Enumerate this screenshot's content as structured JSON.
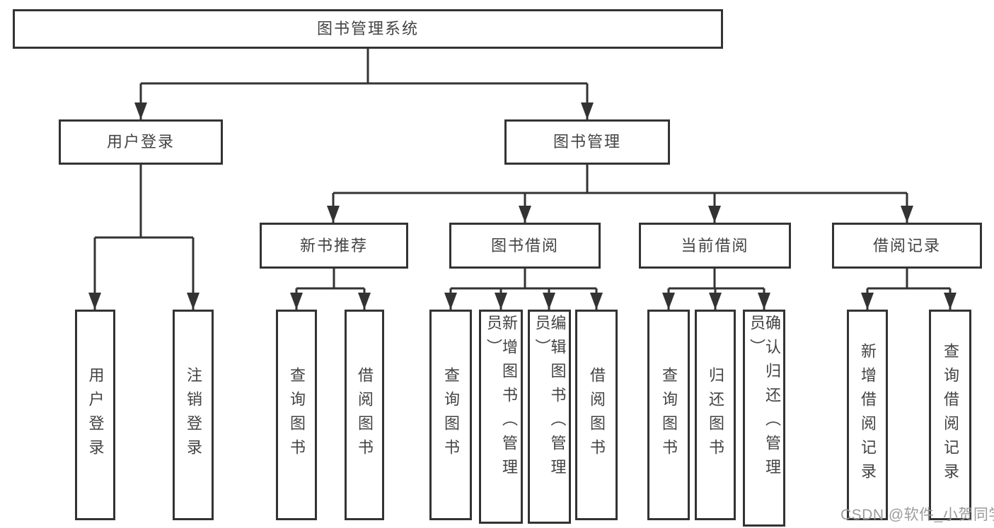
{
  "colors": {
    "line": "#333333",
    "text": "#434343",
    "watermark": "#9b9b9b",
    "background": "#ffffff"
  },
  "diagram": {
    "root": "图书管理系统",
    "user_login": {
      "label": "用户登录",
      "children": {
        "login": "用户登录",
        "logout": "注销登录"
      }
    },
    "book_mgmt": {
      "label": "图书管理",
      "new_book_rec": {
        "label": "新书推荐",
        "children": {
          "query_book": "查询图书",
          "borrow_book": "借阅图书"
        }
      },
      "book_borrow": {
        "label": "图书借阅",
        "children": {
          "query_book": "查询图书",
          "add_book": "新增图书（管理员）",
          "edit_book": "编辑图书（管理员）",
          "borrow_book": "借阅图书"
        }
      },
      "current_borrow": {
        "label": "当前借阅",
        "children": {
          "query_book": "查询图书",
          "return_book": "归还图书",
          "confirm_return": "确认归还（管理员）"
        }
      },
      "borrow_record": {
        "label": "借阅记录",
        "children": {
          "add_record": "新增借阅记录",
          "query_record": "查询借阅记录"
        }
      }
    }
  },
  "watermark": "CSDN @软件_小贺同学"
}
